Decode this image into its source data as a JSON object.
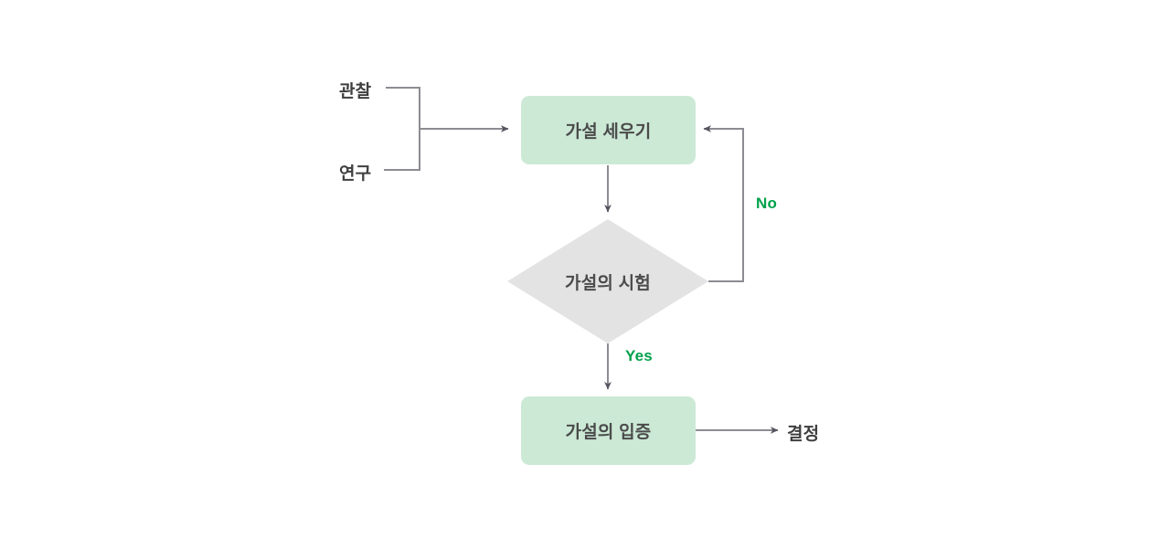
{
  "diagram": {
    "title": "Scientific Method Flowchart",
    "background_color": "#ffffff",
    "palette": {
      "process_fill": "#cce9d6",
      "decision_fill": "#e3e3e3",
      "node_text": "#4b4b4b",
      "label_text": "#3f3f3f",
      "edge_line": "#8c8c93",
      "arrow_head": "#555560",
      "condition_text": "#00a14b"
    },
    "nodes": {
      "input_observation": {
        "label": "관찰",
        "shape": "text"
      },
      "input_research": {
        "label": "연구",
        "shape": "text"
      },
      "hypothesis": {
        "label": "가설 세우기",
        "shape": "rounded-rectangle"
      },
      "test": {
        "label": "가설의 시험",
        "shape": "diamond"
      },
      "proof": {
        "label": "가설의 입증",
        "shape": "rounded-rectangle"
      },
      "conclusion": {
        "label": "결정",
        "shape": "text"
      }
    },
    "edges": [
      {
        "from": "input_observation",
        "to": "hypothesis",
        "label": ""
      },
      {
        "from": "input_research",
        "to": "hypothesis",
        "label": ""
      },
      {
        "from": "hypothesis",
        "to": "test",
        "label": ""
      },
      {
        "from": "test",
        "to": "hypothesis",
        "label": "No"
      },
      {
        "from": "test",
        "to": "proof",
        "label": "Yes"
      },
      {
        "from": "proof",
        "to": "conclusion",
        "label": ""
      }
    ],
    "edge_labels": {
      "no": "No",
      "yes": "Yes"
    }
  }
}
